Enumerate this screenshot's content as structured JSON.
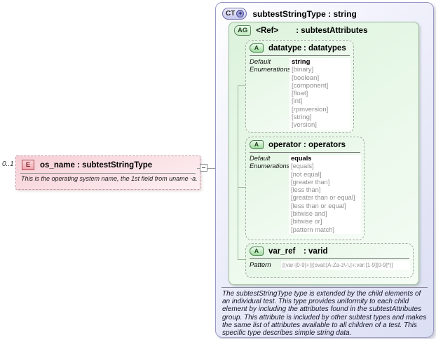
{
  "colors": {
    "complex_type_border": "#9898c4",
    "complex_type_fill": "#e3e5f6",
    "attribute_group_border": "#9ab89a",
    "attribute_group_fill": "#e9f8e9",
    "element_border": "#c498a2",
    "element_fill": "#fae2e6",
    "enum_text": "#8f8f8f"
  },
  "complex_type": {
    "badge": "CT",
    "expand_icon": "+",
    "title": "subtestStringType : string",
    "documentation": "The subtestStringType type is extended by the child elements of an individual test.  This type provides uniformity to each child element by including the attributes found in the subtestAttributes group.  This attribute is included by other subtest types and makes the same list of attributes available to all children of a test.  This specific type describes simple string data."
  },
  "attribute_group": {
    "badge": "AG",
    "ref_label": "<Ref>",
    "type_label": ": subtestAttributes"
  },
  "attributes": {
    "datatype": {
      "badge": "A",
      "name": "datatype",
      "type_label": ": datatypes",
      "default_label": "Default",
      "default_value": "string",
      "enumerations_label": "Enumerations",
      "enumerations": [
        "[binary]",
        "[boolean]",
        "[component]",
        "[float]",
        "[int]",
        "[rpmversion]",
        "[string]",
        "[version]"
      ]
    },
    "operator": {
      "badge": "A",
      "name": "operator",
      "type_label": ": operators",
      "default_label": "Default",
      "default_value": "equals",
      "enumerations_label": "Enumerations",
      "enumerations": [
        "[equals]",
        "[not equal]",
        "[greater than]",
        "[less than]",
        "[greater than or equal]",
        "[less than or equal]",
        "[bitwise and]",
        "[bitwise or]",
        "[pattern match]"
      ]
    },
    "var_ref": {
      "badge": "A",
      "name": "var_ref",
      "type_label": ": varid",
      "pattern_label": "Pattern",
      "pattern_value": "[(var-[0-9]+)|(oval:[A-Za-z\\-\\.]+:var:[1-9][0-9]*)]"
    }
  },
  "element": {
    "cardinality": "0..1",
    "badge": "E",
    "name": "os_name",
    "type_label": ": subtestStringType",
    "annotation": "This is the operating system name, the 1st field from uname -a."
  }
}
